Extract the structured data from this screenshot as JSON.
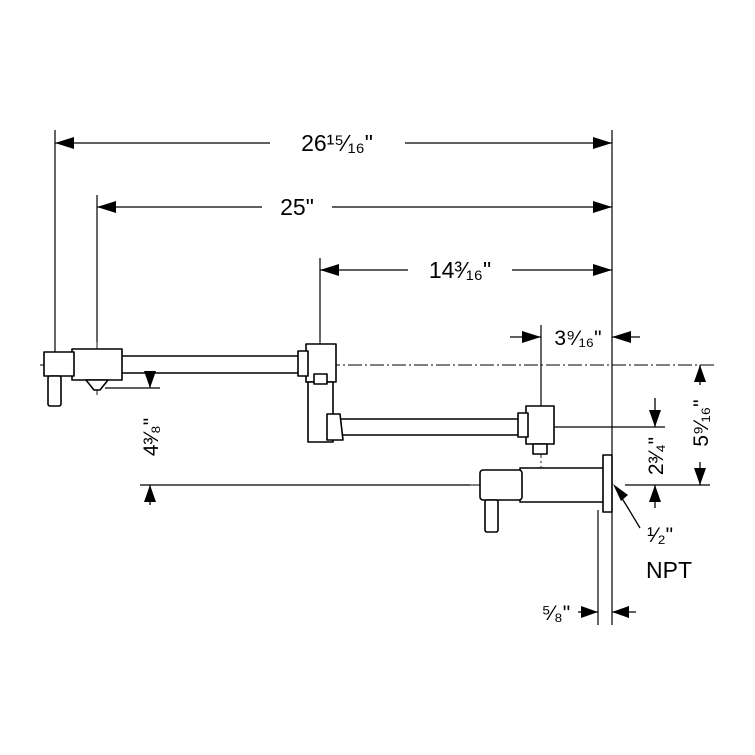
{
  "dimensions": {
    "overall_length": "26¹⁵⁄₁₆\"",
    "arm_reach": "25\"",
    "second_arm": "14³⁄₁₆\"",
    "wall_to_joint": "3⁹⁄₁₆\"",
    "spout_drop": "4³⁄₈\"",
    "upper_offset": "2³⁄₄\"",
    "total_height": "5⁹⁄₁₆\"",
    "plate_thickness": "⁵⁄₈\"",
    "connection_size": "¹⁄₂\"",
    "connection_type": "NPT"
  }
}
